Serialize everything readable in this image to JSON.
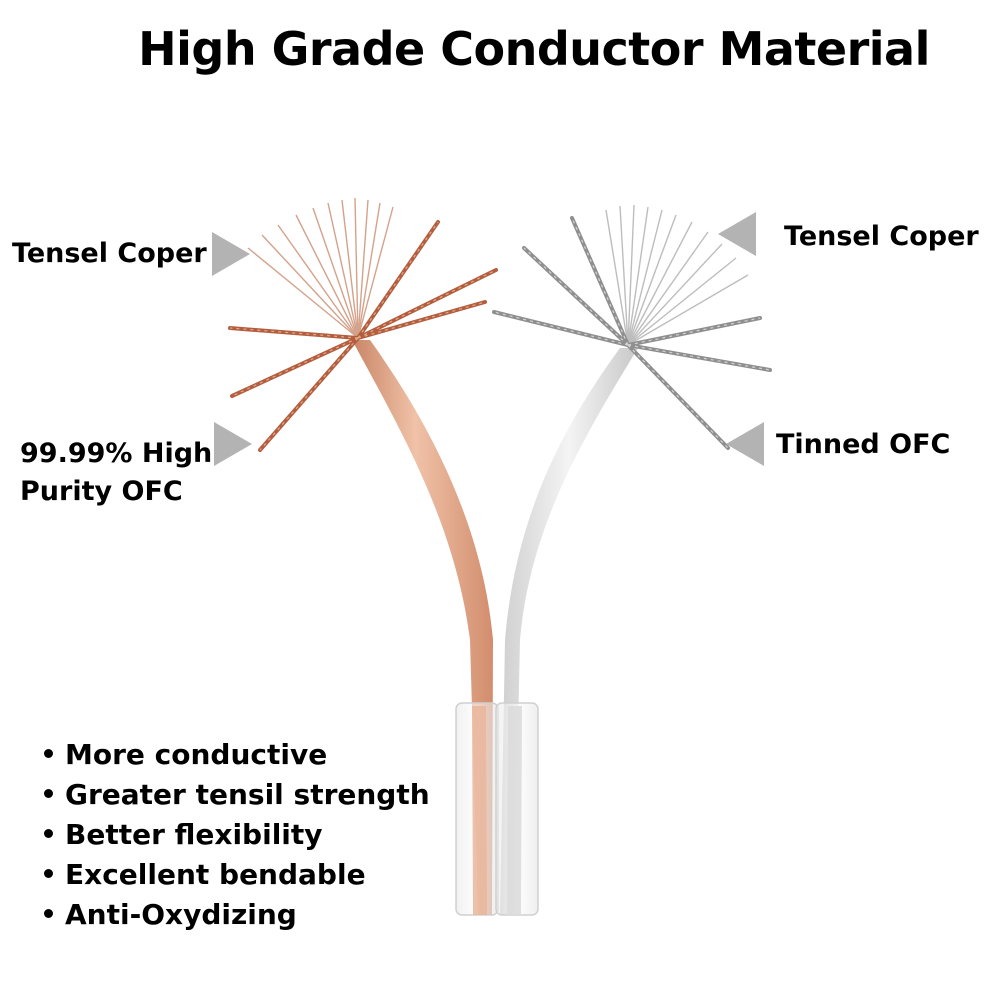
{
  "title": "High Grade Conductor Material",
  "labels": {
    "left_top": "Tensel Coper",
    "left_bottom_line1": "99.99% High",
    "left_bottom_line2": "Purity OFC",
    "right_top": "Tensel Coper",
    "right_bottom": "Tinned OFC"
  },
  "features": [
    "More conductive",
    "Greater tensil strength",
    "Better flexibility",
    "Excellent bendable",
    "Anti-Oxydizing"
  ],
  "colors": {
    "arrow": "#b3b3b3",
    "copper": "#d99a7b",
    "copper_dark": "#a8553a",
    "tinned": "#d8d8d8",
    "tinned_dark": "#8a8a8a"
  }
}
